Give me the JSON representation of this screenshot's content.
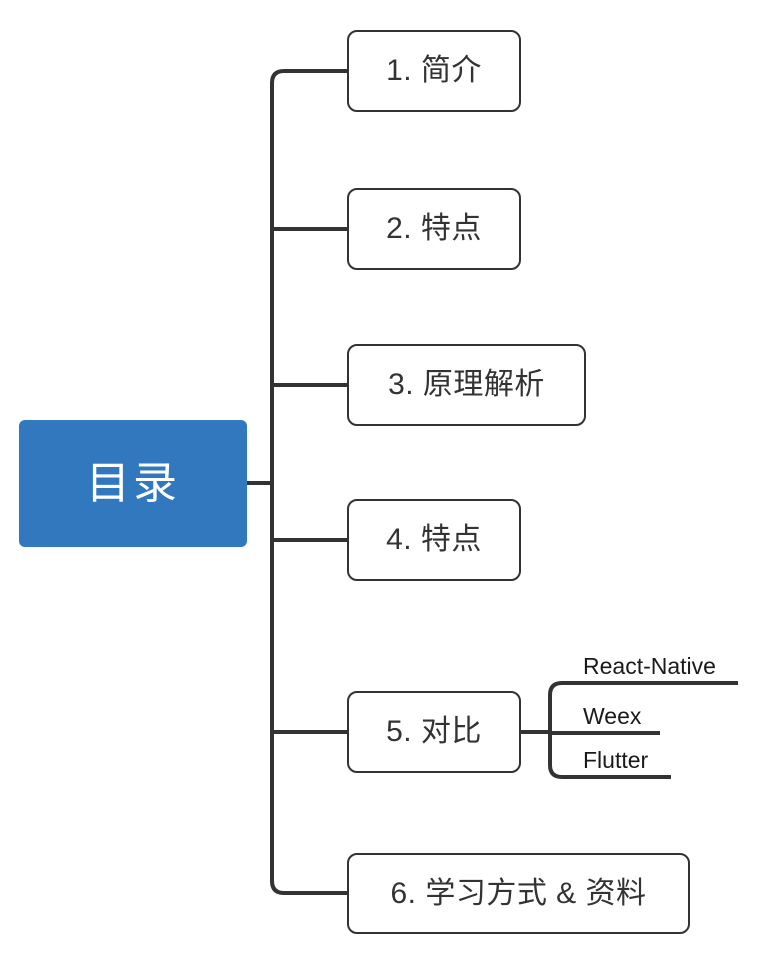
{
  "diagram": {
    "type": "mind-map",
    "title": "目录",
    "orientation": "left-to-right",
    "colors": {
      "root_fill": "#3178be",
      "root_text": "#ffffff",
      "node_border": "#333333",
      "node_fill": "#ffffff",
      "node_text": "#333333",
      "connector": "#333333",
      "background": "#ffffff"
    }
  },
  "root": {
    "label": "目录"
  },
  "branches": [
    {
      "id": "1",
      "label": "1. 简介"
    },
    {
      "id": "2",
      "label": "2. 特点"
    },
    {
      "id": "3",
      "label": "3. 原理解析"
    },
    {
      "id": "4",
      "label": "4. 特点"
    },
    {
      "id": "5",
      "label": "5. 对比",
      "children": [
        {
          "id": "5-1",
          "label": "React-Native"
        },
        {
          "id": "5-2",
          "label": "Weex"
        },
        {
          "id": "5-3",
          "label": "Flutter"
        }
      ]
    },
    {
      "id": "6",
      "label": "6. 学习方式 & 资料"
    }
  ]
}
